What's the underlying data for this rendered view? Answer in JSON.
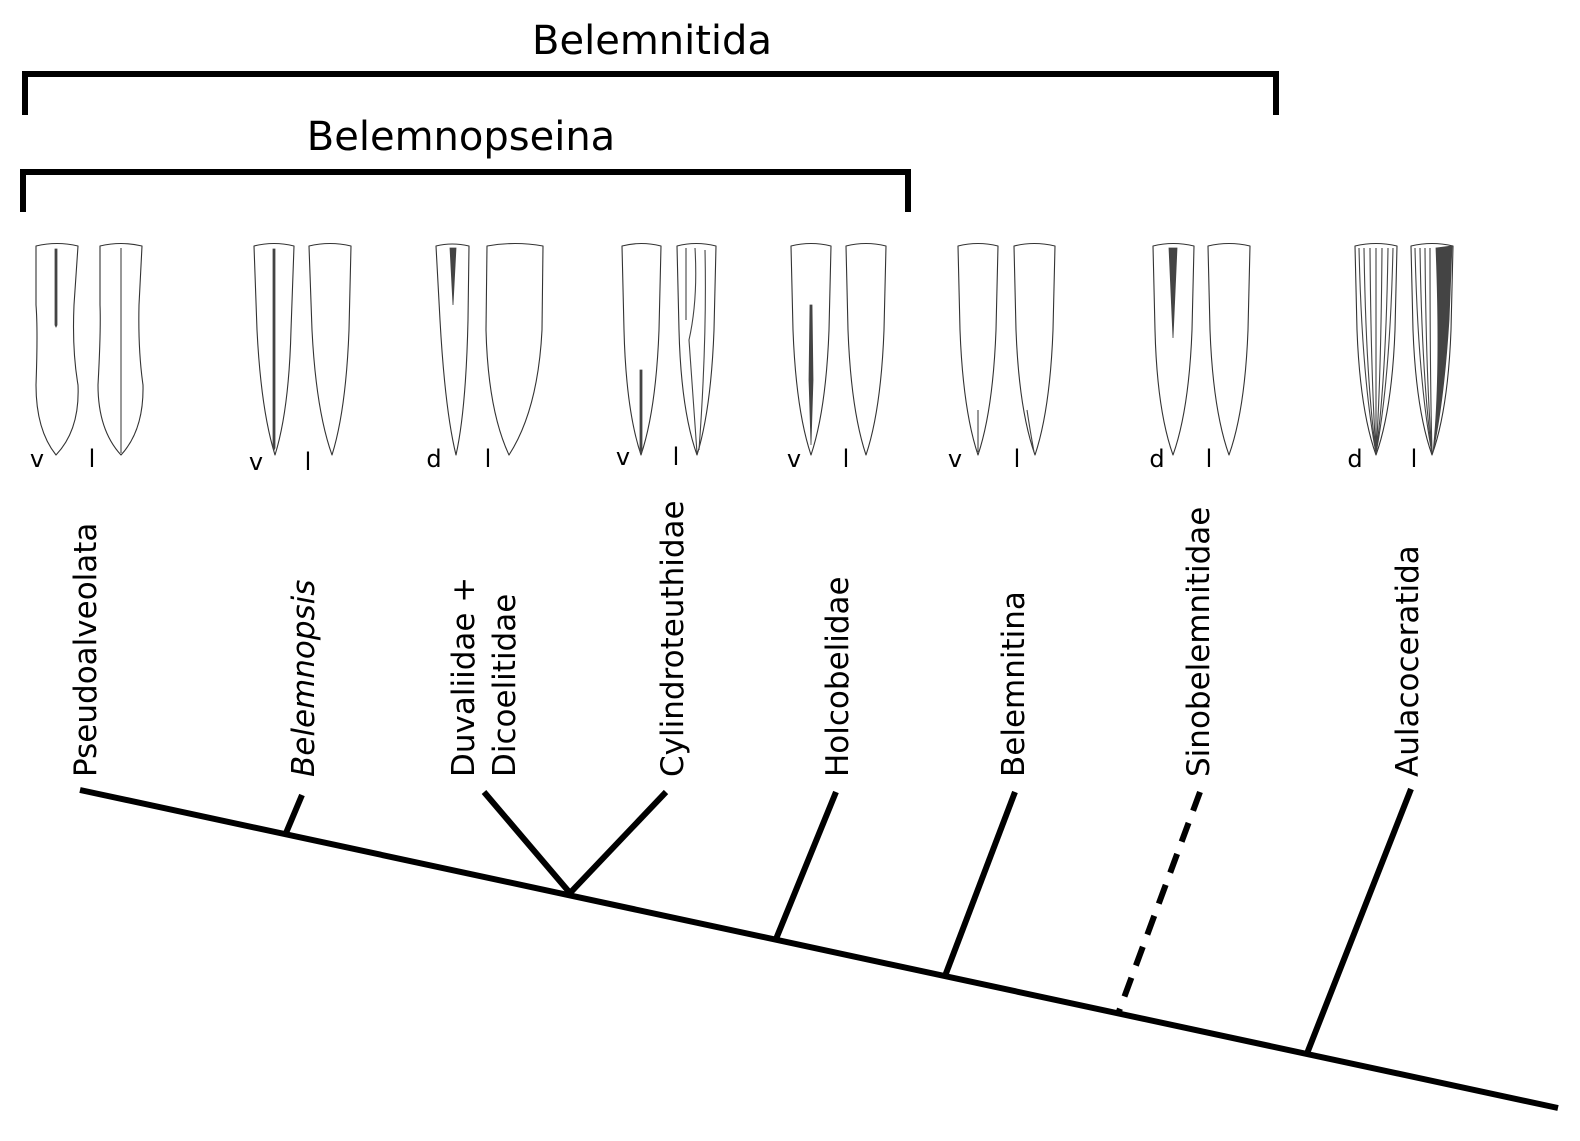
{
  "groups": {
    "belemnitida": "Belemnitida",
    "belemnopseina": "Belemnopseina"
  },
  "taxa": [
    {
      "id": "pseudoalveolata",
      "label_lines": [
        "Pseudoalveolata"
      ],
      "italic": false,
      "views": [
        "v",
        "l"
      ],
      "branch_style": "solid"
    },
    {
      "id": "belemnopsis",
      "label_lines": [
        "Belemnopsis"
      ],
      "italic": true,
      "views": [
        "v",
        "l"
      ],
      "branch_style": "solid"
    },
    {
      "id": "duvaliidae-dicoelitidae",
      "label_lines": [
        "Duvaliidae +",
        "Dicoelitidae"
      ],
      "italic": false,
      "views": [
        "d",
        "l"
      ],
      "branch_style": "solid"
    },
    {
      "id": "cylindroteuthidae",
      "label_lines": [
        "Cylindroteuthidae"
      ],
      "italic": false,
      "views": [
        "v",
        "l"
      ],
      "branch_style": "solid"
    },
    {
      "id": "holcobelidae",
      "label_lines": [
        "Holcobelidae"
      ],
      "italic": false,
      "views": [
        "v",
        "l"
      ],
      "branch_style": "solid"
    },
    {
      "id": "belemnitina",
      "label_lines": [
        "Belemnitina"
      ],
      "italic": false,
      "views": [
        "v",
        "l"
      ],
      "branch_style": "solid"
    },
    {
      "id": "sinobelemnitidae",
      "label_lines": [
        "Sinobelemnitidae"
      ],
      "italic": false,
      "views": [
        "d",
        "l"
      ],
      "branch_style": "dashed"
    },
    {
      "id": "aulacoceratida",
      "label_lines": [
        "Aulacoceratida"
      ],
      "italic": false,
      "views": [
        "d",
        "l"
      ],
      "branch_style": "solid"
    }
  ]
}
